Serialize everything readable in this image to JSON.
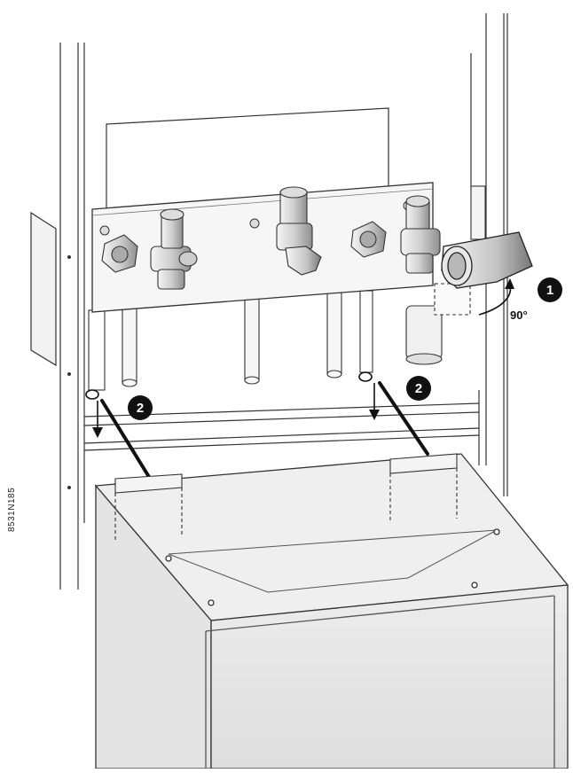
{
  "figure": {
    "reference_code": "8531N185",
    "callouts": [
      {
        "id": "1",
        "label": "1"
      },
      {
        "id": "2a",
        "label": "2"
      },
      {
        "id": "2b",
        "label": "2"
      }
    ],
    "rotation_label": "90°"
  },
  "colors": {
    "line": "#333333",
    "panel_fill": "#ececec",
    "box_fill": "#e6e6e6",
    "callout_fill": "#111111",
    "callout_text": "#ffffff"
  }
}
